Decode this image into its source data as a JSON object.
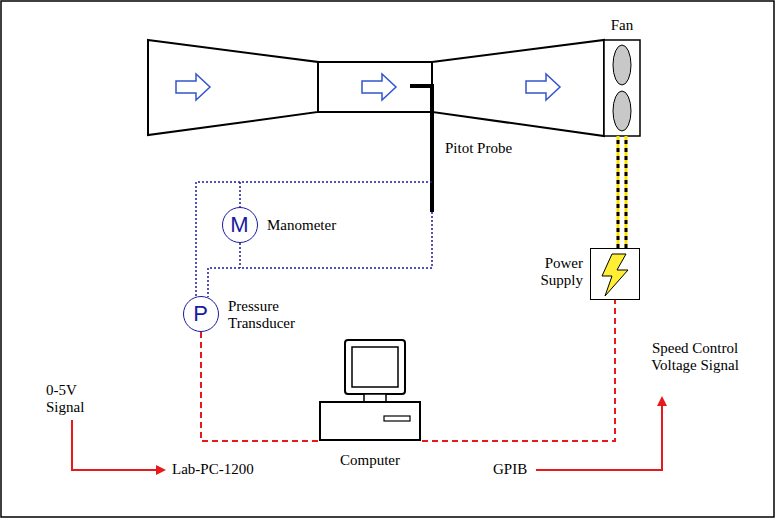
{
  "diagram": {
    "nodes": [
      {
        "text": [
          "Fan"
        ]
      },
      {
        "text": [
          "M",
          "Manometer"
        ]
      },
      {
        "text": [
          "P",
          "Pressure Transducer"
        ]
      },
      {
        "text": [
          "Power Supply"
        ]
      },
      {
        "text": [
          "Computer"
        ]
      }
    ],
    "edges": [
      {
        "from": 2,
        "to": 4,
        "arrow": "none"
      },
      {
        "from": 4,
        "to": 3,
        "arrow": "none"
      },
      {
        "from": 3,
        "to": 0,
        "arrow": "none"
      }
    ],
    "labels": [
      "Pitot Probe",
      "0-5V Signal",
      "Lab-PC-1200",
      "GPIB",
      "Speed Control Voltage Signal"
    ]
  }
}
